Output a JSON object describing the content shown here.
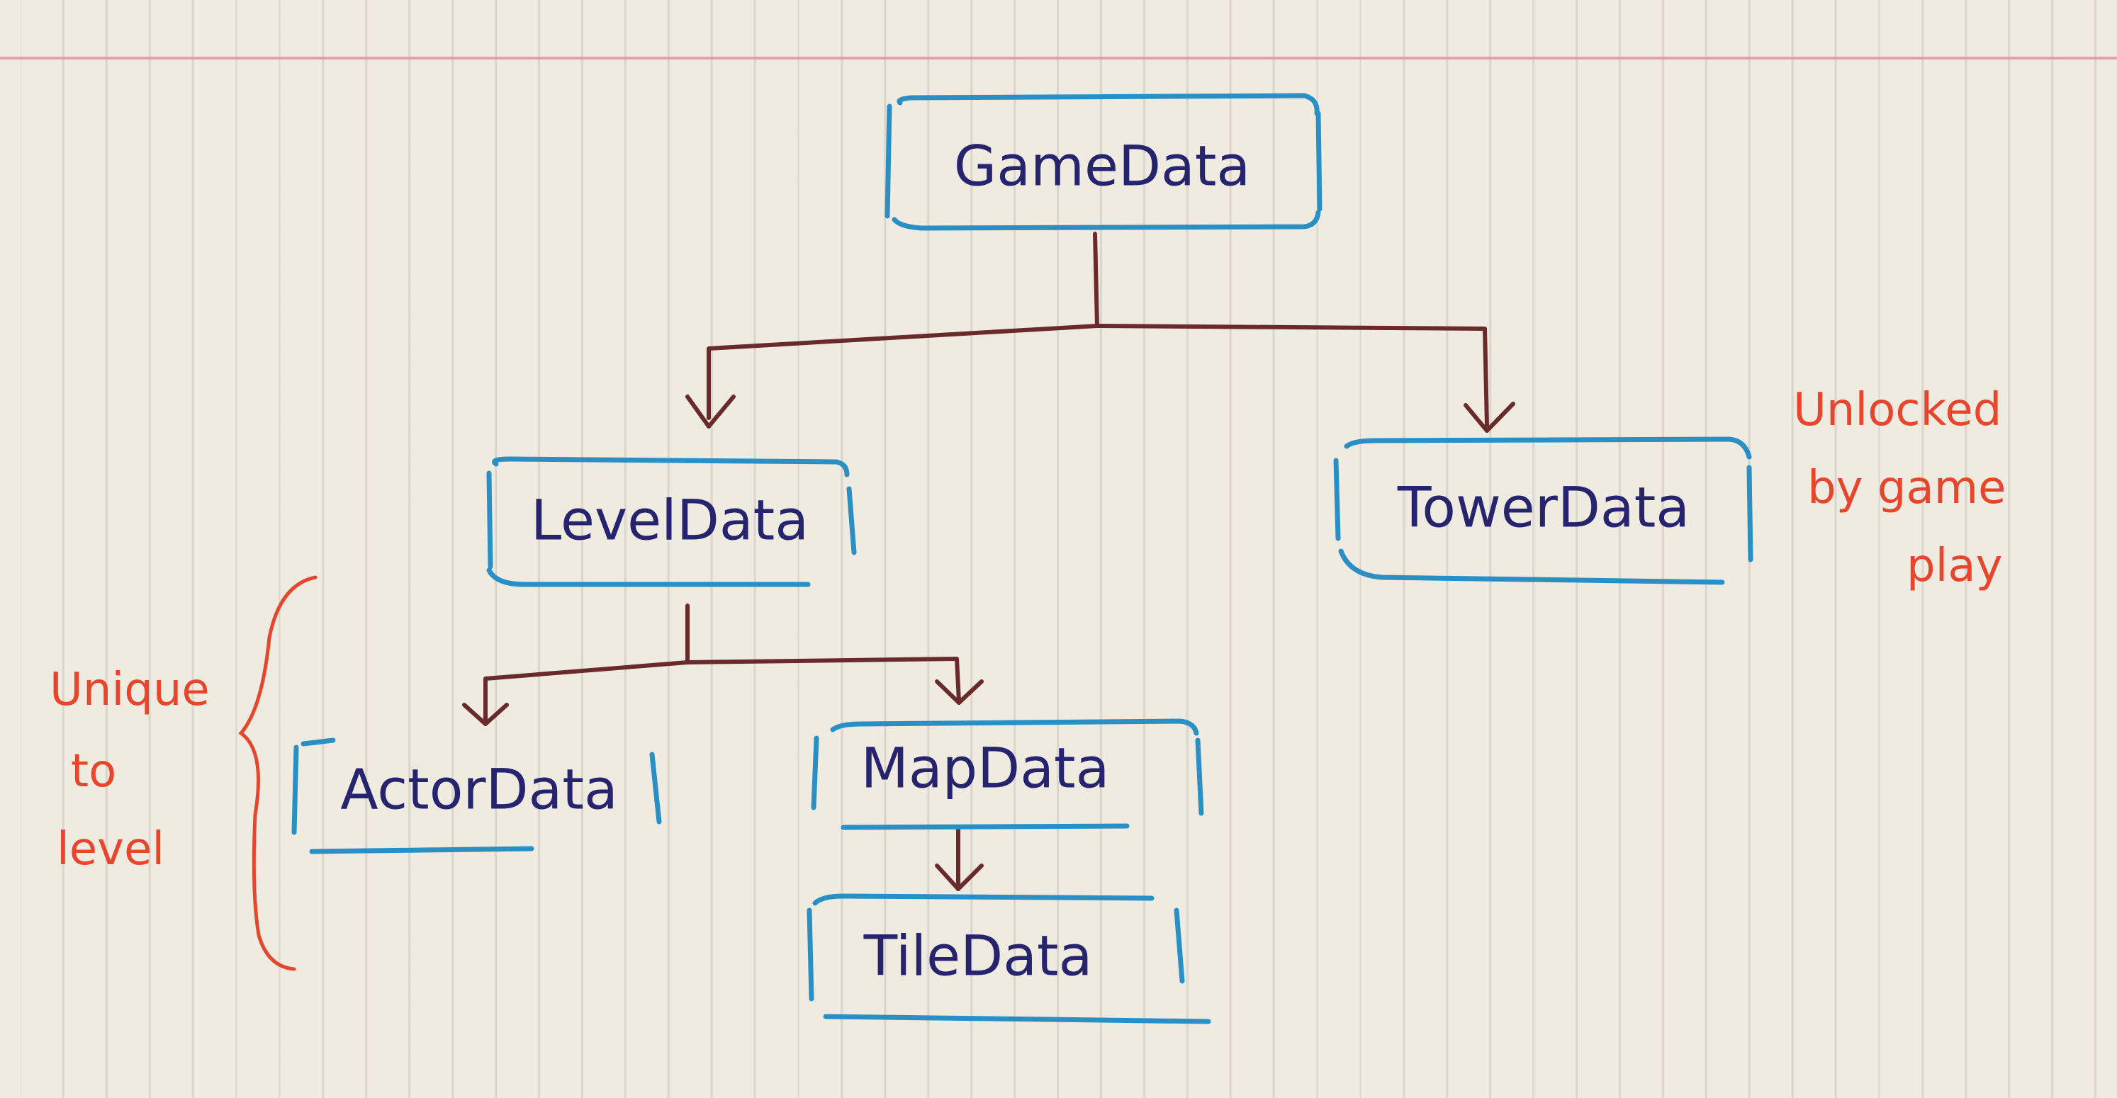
{
  "diagram": {
    "nodes": {
      "game_data": "GameData",
      "level_data": "LevelData",
      "tower_data": "TowerData",
      "actor_data": "ActorData",
      "map_data": "MapData",
      "tile_data": "TileData"
    },
    "notes": {
      "unique_to_level": [
        "Unique",
        "to",
        "level"
      ],
      "unlocked_by_game_play": [
        "Unlocked",
        "by game",
        "play"
      ]
    },
    "edges": [
      {
        "from": "GameData",
        "to": "LevelData"
      },
      {
        "from": "GameData",
        "to": "TowerData"
      },
      {
        "from": "LevelData",
        "to": "ActorData"
      },
      {
        "from": "LevelData",
        "to": "MapData"
      },
      {
        "from": "MapData",
        "to": "TileData"
      }
    ],
    "colors": {
      "node_text": "#26246e",
      "box": "#2a8fc4",
      "edge": "#6a2a2c",
      "note": "#e8462c",
      "margin_line": "#e58fa2"
    }
  }
}
